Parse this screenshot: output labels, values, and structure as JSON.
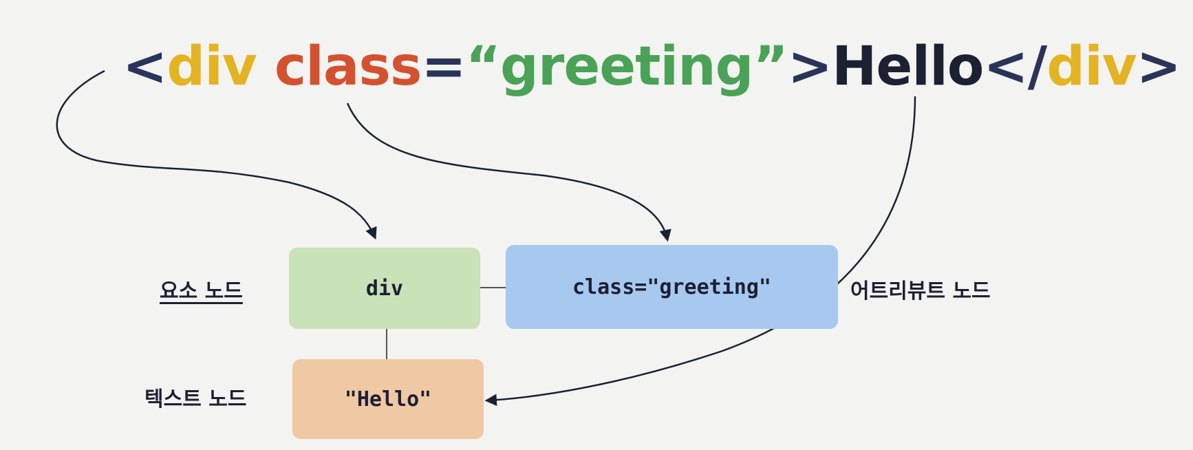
{
  "code": {
    "tokens": [
      {
        "text": "<",
        "color": "#2a3458"
      },
      {
        "text": "div",
        "color": "#e3b324"
      },
      {
        "text": " ",
        "color": "#2a3458"
      },
      {
        "text": "class",
        "color": "#d4512f"
      },
      {
        "text": "=",
        "color": "#2a3458"
      },
      {
        "text": "“greeting”",
        "color": "#4aa257"
      },
      {
        "text": ">",
        "color": "#2a3458"
      },
      {
        "text": "Hello",
        "color": "#1c2033"
      },
      {
        "text": "</",
        "color": "#2a3458"
      },
      {
        "text": "div",
        "color": "#e3b324"
      },
      {
        "text": ">",
        "color": "#2a3458"
      }
    ]
  },
  "nodes": {
    "element": {
      "text": "div",
      "label": "요소 노드",
      "color": "#c9e2b8"
    },
    "attribute": {
      "text": "class=\"greeting\"",
      "label": "어트리뷰트 노드",
      "color": "#a7c9f0"
    },
    "text": {
      "text": "\"Hello\"",
      "label": "텍스트 노드",
      "color": "#efc8a4"
    }
  }
}
